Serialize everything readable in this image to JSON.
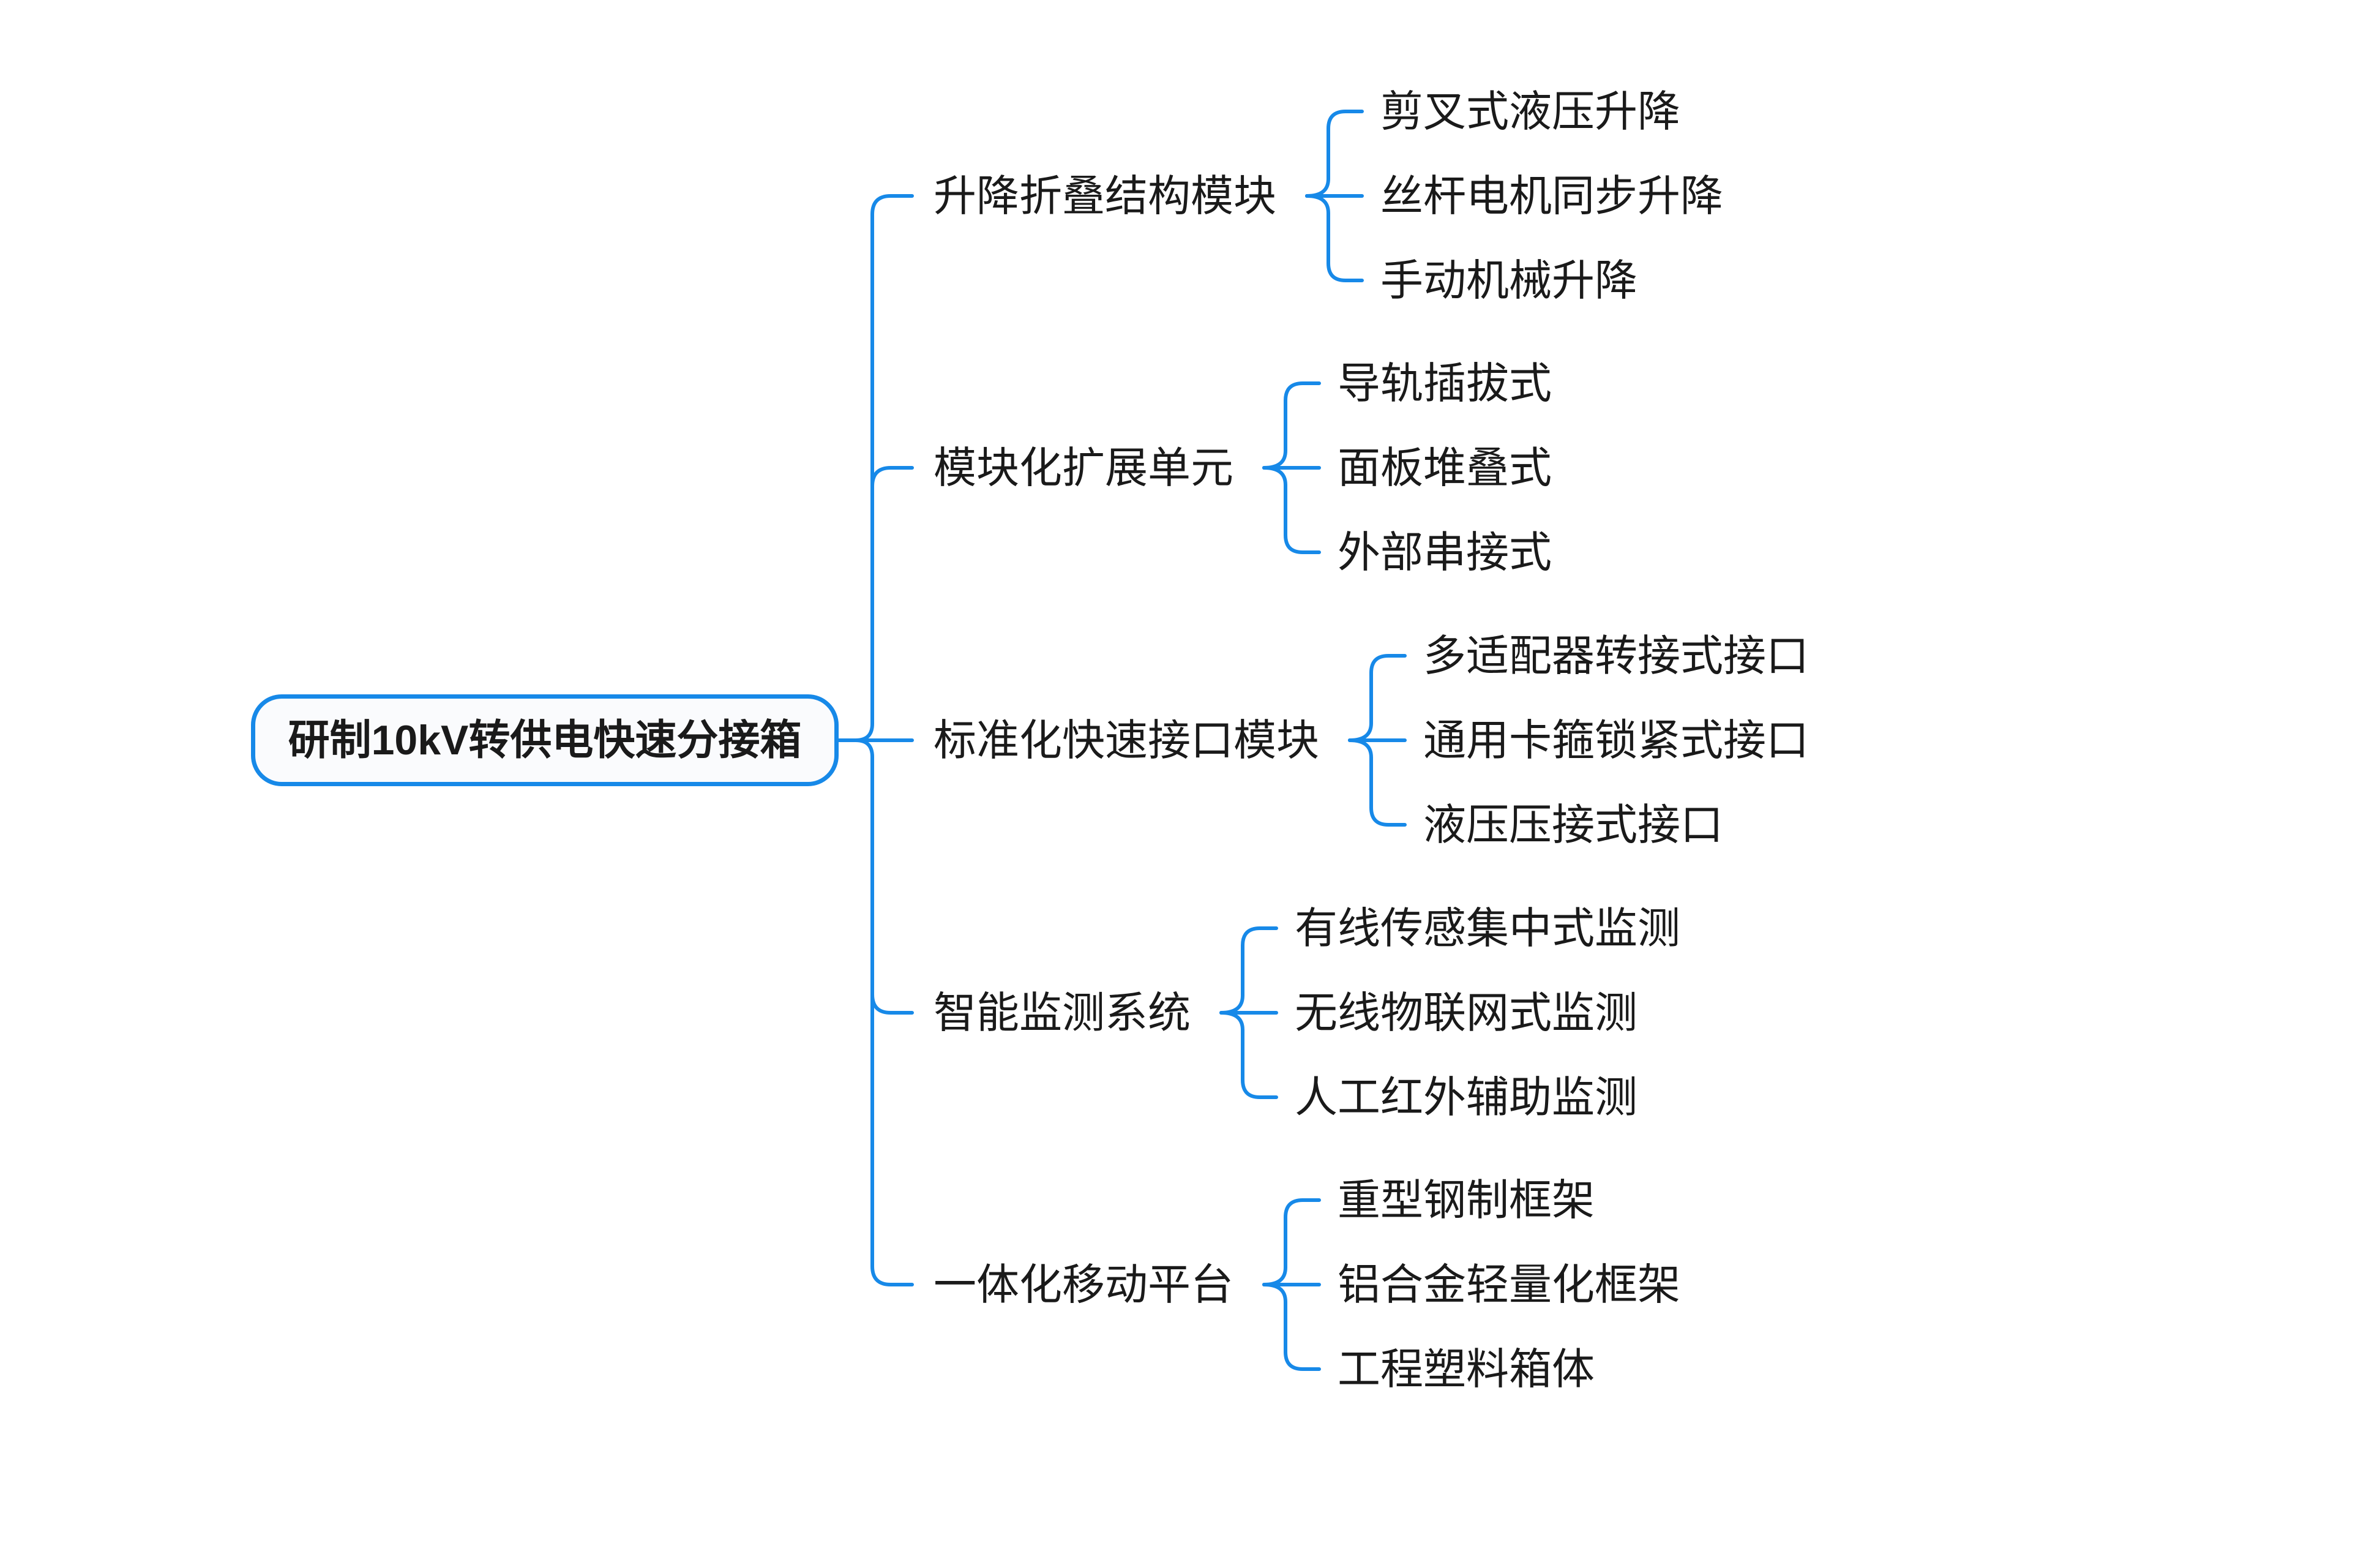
{
  "root": {
    "label": "研制10kV转供电快速分接箱"
  },
  "branches": [
    {
      "label": "升降折叠结构模块",
      "children": [
        "剪叉式液压升降",
        "丝杆电机同步升降",
        "手动机械升降"
      ]
    },
    {
      "label": "模块化扩展单元",
      "children": [
        "导轨插拔式",
        "面板堆叠式",
        "外部串接式"
      ]
    },
    {
      "label": "标准化快速接口模块",
      "children": [
        "多适配器转接式接口",
        "通用卡箍锁紧式接口",
        "液压压接式接口"
      ]
    },
    {
      "label": "智能监测系统",
      "children": [
        "有线传感集中式监测",
        "无线物联网式监测",
        "人工红外辅助监测"
      ]
    },
    {
      "label": "一体化移动平台",
      "children": [
        "重型钢制框架",
        "铝合金轻量化框架",
        "工程塑料箱体"
      ]
    }
  ],
  "colors": {
    "line": "#1789E8",
    "text": "#1A1A1A",
    "root_fill": "#FAFBFD",
    "root_border": "#1789E8",
    "background": "#FFFFFF"
  }
}
